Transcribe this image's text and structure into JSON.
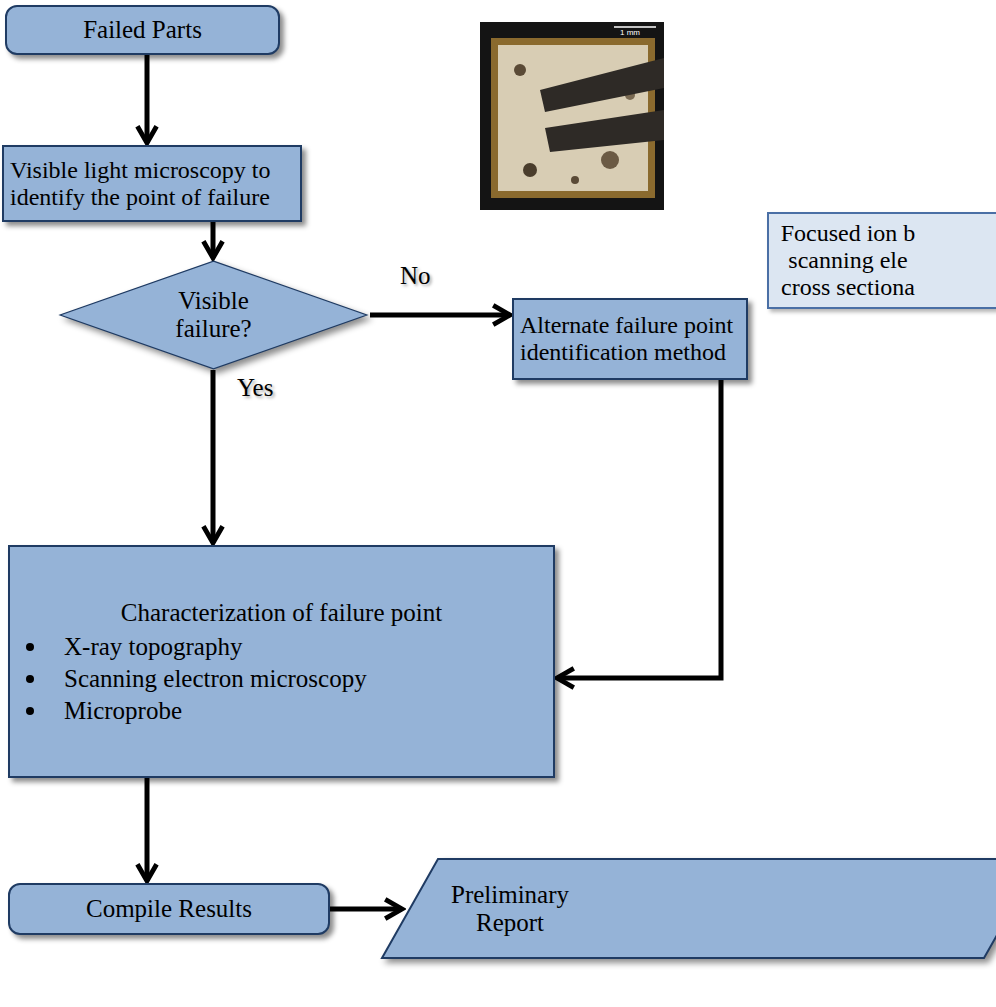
{
  "diagram": {
    "nodes": [
      {
        "text": [
          "Failed Parts"
        ]
      },
      {
        "text": [
          "Visible light microscopy to identify the point of failure"
        ]
      },
      {
        "text": [
          "Visible failure?"
        ]
      },
      {
        "text": [
          "Alternate failure point identification method"
        ]
      },
      {
        "text": [
          "Characterization of failure point",
          "X-ray topography",
          "Scanning electron microscopy",
          "Microprobe"
        ]
      },
      {
        "text": [
          "Compile Results"
        ]
      },
      {
        "text": [
          "Preliminary Report"
        ]
      },
      {
        "text": [
          "Focused ion b scanning ele cross sectiona"
        ]
      }
    ],
    "edges": [
      {
        "from": 0,
        "to": 1,
        "arrow": "to"
      },
      {
        "from": 1,
        "to": 2,
        "arrow": "to"
      },
      {
        "from": 2,
        "to": 3,
        "label": "No",
        "arrow": "to"
      },
      {
        "from": 3,
        "to": 4,
        "arrow": "to"
      },
      {
        "from": 2,
        "to": 4,
        "label": "Yes",
        "arrow": "to"
      },
      {
        "from": 4,
        "to": 5,
        "arrow": "to"
      },
      {
        "from": 5,
        "to": 6,
        "arrow": "to"
      }
    ],
    "labels": [
      "1 mm"
    ]
  }
}
